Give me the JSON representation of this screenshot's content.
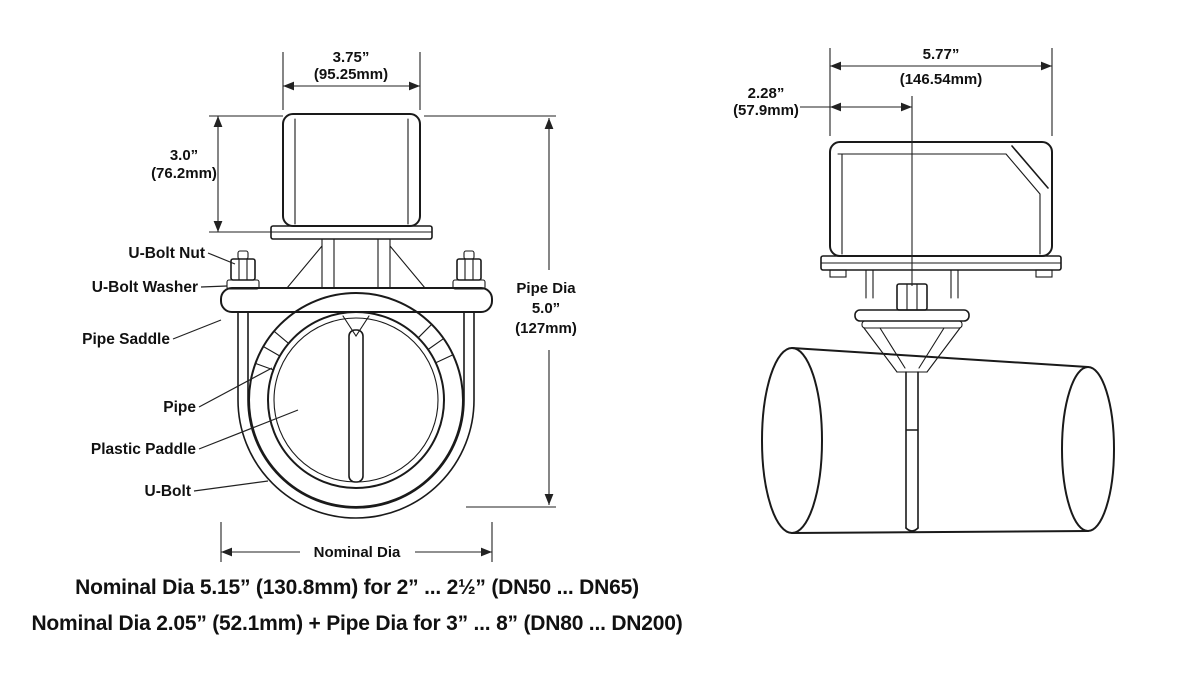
{
  "front_view": {
    "dims": {
      "width": {
        "in": "3.75”",
        "mm": "(95.25mm)"
      },
      "height": {
        "in": "3.0”",
        "mm": "(76.2mm)"
      },
      "pipe_dia": {
        "l1": "Pipe Dia",
        "l2": "5.0”",
        "l3": "(127mm)"
      },
      "nominal": "Nominal Dia"
    },
    "labels": {
      "u_bolt_nut": "U-Bolt Nut",
      "u_bolt_washer": "U-Bolt Washer",
      "pipe_saddle": "Pipe Saddle",
      "pipe": "Pipe",
      "plastic_paddle": "Plastic Paddle",
      "u_bolt": "U-Bolt"
    }
  },
  "side_view": {
    "dims": {
      "width": {
        "in": "5.77”",
        "mm": "(146.54mm)"
      },
      "offset": {
        "in": "2.28”",
        "mm": "(57.9mm)"
      }
    }
  },
  "notes": {
    "line1": "Nominal Dia 5.15” (130.8mm) for 2” ... 2½” (DN50 ... DN65)",
    "line2": "Nominal Dia 2.05” (52.1mm) + Pipe Dia for 3” ... 8” (DN80 ... DN200)"
  }
}
